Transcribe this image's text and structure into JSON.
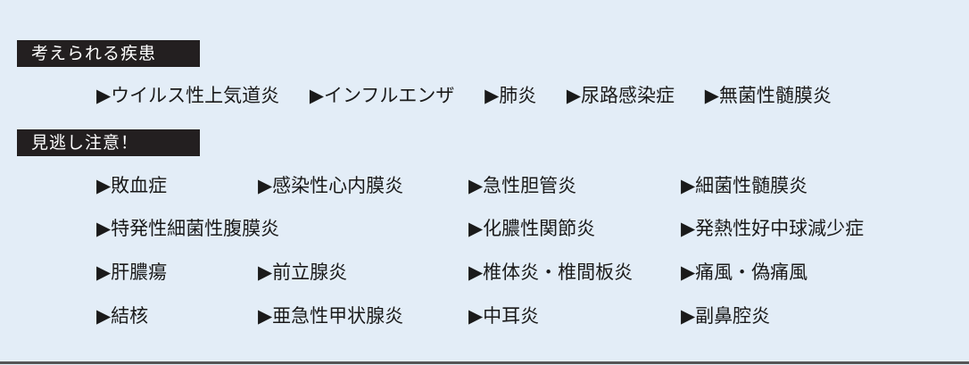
{
  "section1": {
    "heading": "考えられる疾患",
    "items": [
      "▶ウイルス性上気道炎",
      "▶インフルエンザ",
      "▶肺炎",
      "▶尿路感染症",
      "▶無菌性髄膜炎"
    ]
  },
  "section2": {
    "heading": "見逃し注意！",
    "rows": [
      [
        "▶敗血症",
        "▶感染性心内膜炎",
        "▶急性胆管炎",
        "▶細菌性髄膜炎"
      ],
      [
        "▶特発性細菌性腹膜炎",
        "",
        "▶化膿性関節炎",
        "▶発熱性好中球減少症"
      ],
      [
        "▶肝膿瘍",
        "▶前立腺炎",
        "▶椎体炎・椎間板炎",
        "▶痛風・偽痛風"
      ],
      [
        "▶結核",
        "▶亜急性甲状腺炎",
        "▶中耳炎",
        "▶副鼻腔炎"
      ]
    ]
  }
}
